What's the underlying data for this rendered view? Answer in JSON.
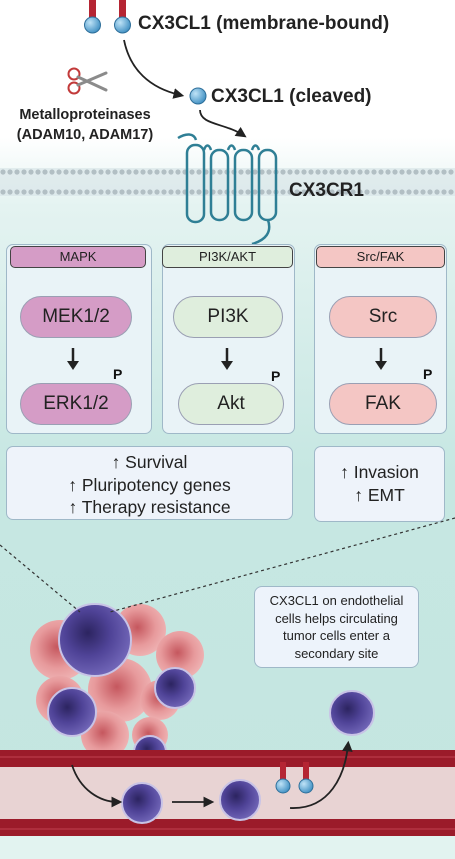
{
  "ligands": {
    "membrane_bound": "CX3CL1 (membrane-bound)",
    "cleaved": "CX3CL1 (cleaved)"
  },
  "protease": {
    "line1": "Metalloproteinases",
    "line2": "(ADAM10, ADAM17)",
    "icon": "scissors-icon"
  },
  "receptor": {
    "label": "CX3CR1"
  },
  "pathways": [
    {
      "name": "MAPK",
      "upstream": "MEK1/2",
      "downstream": "ERK1/2",
      "phospho": "P",
      "color": "#d59cc6"
    },
    {
      "name": "PI3K/AKT",
      "upstream": "PI3K",
      "downstream": "Akt",
      "phospho": "P",
      "color": "#dfeedd"
    },
    {
      "name": "Src/FAK",
      "upstream": "Src",
      "downstream": "FAK",
      "phospho": "P",
      "color": "#f4c6c4"
    }
  ],
  "outcomes": {
    "left": [
      "↑ Survival",
      "↑ Pluripotency genes",
      "↑ Therapy resistance"
    ],
    "right": [
      "↑ Invasion",
      "↑ EMT"
    ]
  },
  "note": {
    "lines": [
      "CX3CL1 on endothelial",
      "cells helps circulating",
      "tumor cells enter a",
      "secondary site"
    ]
  },
  "colors": {
    "background_top": "#ffffff",
    "background_bottom": "#c4e6e0",
    "vessel_wall": "#9b1b2a",
    "vessel_lumen": "#e8d3d3",
    "ligand_ball": "#4b9fcf",
    "ligand_stalk": "#b52533",
    "receptor": "#2f7f95",
    "tumor_cell_purple": "#5b4ea3",
    "tumor_cell_pink": "#e58f93"
  }
}
